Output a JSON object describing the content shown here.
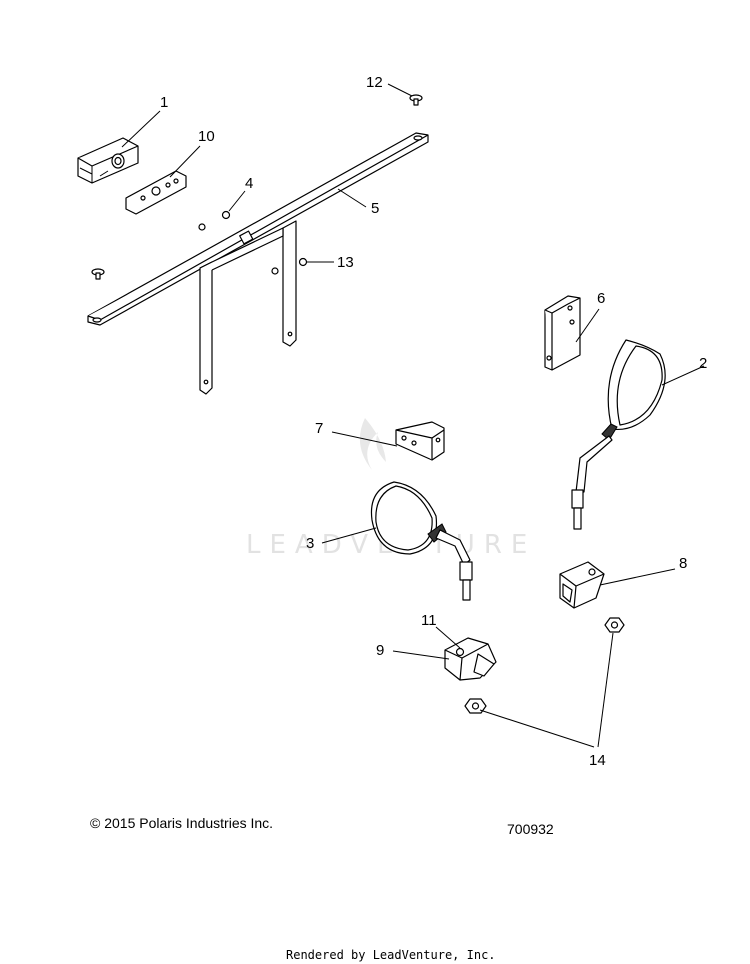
{
  "callouts": [
    {
      "num": "1"
    },
    {
      "num": "2"
    },
    {
      "num": "3"
    },
    {
      "num": "4"
    },
    {
      "num": "5"
    },
    {
      "num": "6"
    },
    {
      "num": "7"
    },
    {
      "num": "8"
    },
    {
      "num": "9"
    },
    {
      "num": "10"
    },
    {
      "num": "11"
    },
    {
      "num": "12"
    },
    {
      "num": "13"
    },
    {
      "num": "14"
    }
  ],
  "watermark": "LEADVENTURE",
  "copyright": "© 2015 Polaris Industries Inc.",
  "drawing_number": "700932",
  "rendered_by": "Rendered by LeadVenture, Inc."
}
